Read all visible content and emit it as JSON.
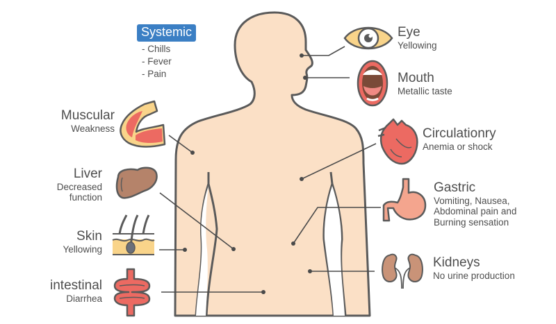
{
  "diagram": {
    "subject": "Symptoms by body system",
    "colors": {
      "skin_fill": "#fbe0c6",
      "outline": "#5a5a5a",
      "badge_blue": "#3b7fc4",
      "red_organ": "#ec6a62",
      "liver_brown": "#b5836a",
      "yellow": "#f9d48a",
      "text": "#4d4d4d"
    }
  },
  "systemic": {
    "title": "Systemic",
    "items": [
      "- Chills",
      "- Fever",
      "- Pain"
    ]
  },
  "left_labels": [
    {
      "id": "muscular",
      "title": "Muscular",
      "desc": "Weakness",
      "icon": "flexed-arm-icon"
    },
    {
      "id": "liver",
      "title": "Liver",
      "desc": "Decreased function",
      "desc_lines": [
        "Decreased",
        "function"
      ],
      "icon": "liver-icon"
    },
    {
      "id": "skin",
      "title": "Skin",
      "desc": "Yellowing",
      "icon": "skin-hair-follicle-icon"
    },
    {
      "id": "intestinal",
      "title": "intestinal",
      "desc": "Diarrhea",
      "icon": "intestine-icon"
    }
  ],
  "right_labels": [
    {
      "id": "eye",
      "title": "Eye",
      "desc": "Yellowing",
      "icon": "eye-icon"
    },
    {
      "id": "mouth",
      "title": "Mouth",
      "desc": "Metallic taste",
      "icon": "open-mouth-icon"
    },
    {
      "id": "circulatory",
      "title": "Circulationry",
      "desc": "Anemia or shock",
      "icon": "heart-icon"
    },
    {
      "id": "gastric",
      "title": "Gastric",
      "desc_lines": [
        "Vomiting, Nausea,",
        "Abdominal pain and",
        "Burning sensation"
      ],
      "icon": "stomach-icon"
    },
    {
      "id": "kidneys",
      "title": "Kidneys",
      "desc": "No urine production",
      "icon": "kidneys-icon"
    }
  ]
}
